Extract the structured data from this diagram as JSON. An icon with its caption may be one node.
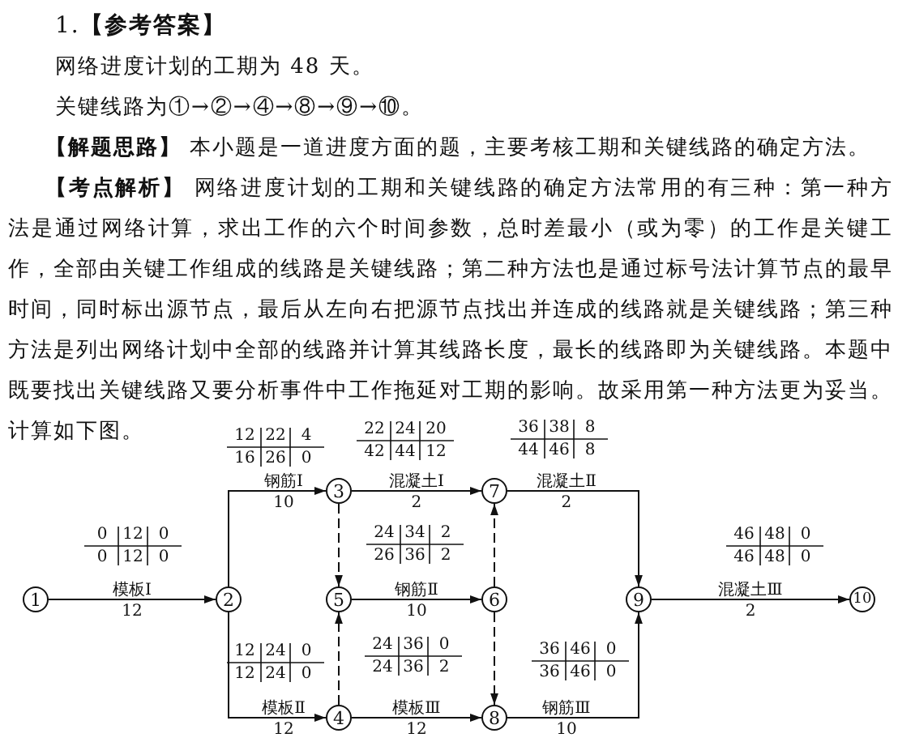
{
  "diagram": {
    "nodes": [
      {
        "text": [
          "1"
        ]
      },
      {
        "text": [
          "2"
        ]
      },
      {
        "text": [
          "3"
        ]
      },
      {
        "text": [
          "4"
        ]
      },
      {
        "text": [
          "5"
        ]
      },
      {
        "text": [
          "6"
        ]
      },
      {
        "text": [
          "7"
        ]
      },
      {
        "text": [
          "8"
        ]
      },
      {
        "text": [
          "9"
        ]
      },
      {
        "text": [
          "10"
        ]
      }
    ],
    "edges": [
      {
        "from": 0,
        "to": 1,
        "arrow": "to",
        "label": "模板Ⅰ 12"
      },
      {
        "from": 1,
        "to": 2,
        "arrow": "to",
        "label": "钢筋Ⅰ 10"
      },
      {
        "from": 1,
        "to": 3,
        "arrow": "to",
        "label": "模板Ⅱ 12"
      },
      {
        "from": 2,
        "to": 6,
        "arrow": "to",
        "label": "混凝土Ⅰ 2"
      },
      {
        "from": 2,
        "to": 4,
        "arrow": "to",
        "style": "dashed"
      },
      {
        "from": 3,
        "to": 4,
        "arrow": "to",
        "style": "dashed"
      },
      {
        "from": 4,
        "to": 5,
        "arrow": "to",
        "label": "钢筋Ⅱ 10"
      },
      {
        "from": 3,
        "to": 7,
        "arrow": "to",
        "label": "模板Ⅲ 12"
      },
      {
        "from": 6,
        "to": 8,
        "arrow": "to",
        "label": "混凝土Ⅱ 2"
      },
      {
        "from": 5,
        "to": 6,
        "arrow": "to",
        "style": "dashed"
      },
      {
        "from": 5,
        "to": 7,
        "arrow": "to",
        "style": "dashed"
      },
      {
        "from": 7,
        "to": 8,
        "arrow": "to",
        "label": "钢筋Ⅲ 10"
      },
      {
        "from": 8,
        "to": 9,
        "arrow": "to",
        "label": "混凝土Ⅲ 2"
      }
    ],
    "labels": [
      "1.**【参考答案】**",
      "网络进度计划的工期为 48 天。",
      "关键线路为①→②→④→⑧→⑨→⑩。",
      "**【解题思路】** 本小题是一道进度方面的题，主要考核工期和关键线路的确定方法。",
      "**【考点解析】** 网络进度计划的工期和关键线路的确定方法常用的有三种：第一种方法是通过网络计算，求出工作的六个时间参数，总时差最小（或为零）的工作是关键工作，全部由关键工作组成的线路是关键线路；第二种方法也是通过标号法计算节点的最早时间，同时标出源节点，最后从左向右把源节点找出并连成的线路就是关键线路；第三种方法是列出网络计划中全部的线路并计算其线路长度，最长的线路即为关键线路。本题中既要找出关键线路又要分析事件中工作拖延对工期的影响。故采用第一种方法更为妥当。计算如下图。",
      "12",
      "22",
      "4",
      "16",
      "26",
      "0",
      "22",
      "24",
      "20",
      "42",
      "44",
      "12",
      "36",
      "38",
      "8",
      "44",
      "46",
      "8",
      "0",
      "12",
      "0",
      "0",
      "12",
      "0",
      "24",
      "34",
      "2",
      "26",
      "36",
      "2",
      "46",
      "48",
      "0",
      "46",
      "48",
      "0",
      "12",
      "24",
      "0",
      "12",
      "24",
      "0",
      "24",
      "36",
      "0",
      "24",
      "36",
      "2",
      "36",
      "46",
      "0",
      "36",
      "46",
      "0"
    ]
  }
}
